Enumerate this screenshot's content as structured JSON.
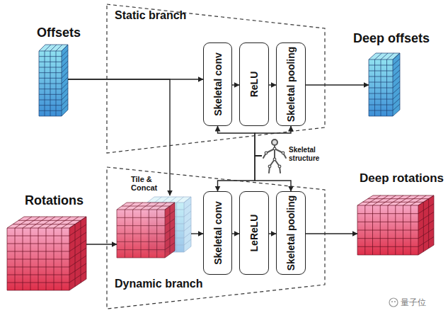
{
  "diagram": {
    "nodes": [
      {
        "text": [
          "Offsets"
        ]
      },
      {
        "text": [
          "Static branch"
        ]
      },
      {
        "text": [
          "Skeletal conv"
        ],
        "in": 1
      },
      {
        "text": [
          "ReLU"
        ],
        "in": 1
      },
      {
        "text": [
          "Skeletal pooling"
        ],
        "in": 1
      },
      {
        "text": [
          "Deep offsets"
        ]
      },
      {
        "text": [
          "Skeletal structure"
        ]
      },
      {
        "text": [
          "Rotations"
        ]
      },
      {
        "text": [
          "Dynamic branch"
        ]
      },
      {
        "text": [
          "Tile & Concat"
        ],
        "in": 8
      },
      {
        "text": [
          "Skeletal conv"
        ],
        "in": 8
      },
      {
        "text": [
          "LeReLU"
        ],
        "in": 8
      },
      {
        "text": [
          "Skeletal pooling"
        ],
        "in": 8
      },
      {
        "text": [
          "Deep rotations"
        ]
      }
    ],
    "edges": [
      {
        "from": 0,
        "to": 2,
        "arrow": "to"
      },
      {
        "from": 0,
        "to": 9,
        "arrow": "to"
      },
      {
        "from": 7,
        "to": 9,
        "arrow": "to"
      },
      {
        "from": 2,
        "to": 3,
        "arrow": "to"
      },
      {
        "from": 3,
        "to": 4,
        "arrow": "to"
      },
      {
        "from": 4,
        "to": 5,
        "arrow": "to"
      },
      {
        "from": 9,
        "to": 10,
        "arrow": "to"
      },
      {
        "from": 10,
        "to": 11,
        "arrow": "to"
      },
      {
        "from": 11,
        "to": 12,
        "arrow": "to"
      },
      {
        "from": 12,
        "to": 13,
        "arrow": "to"
      },
      {
        "from": 6,
        "to": 2,
        "arrow": "to"
      },
      {
        "from": 6,
        "to": 4,
        "arrow": "to"
      },
      {
        "from": 6,
        "to": 10,
        "arrow": "to"
      },
      {
        "from": 6,
        "to": 12,
        "arrow": "to"
      }
    ],
    "labels": [
      "量子位"
    ]
  }
}
